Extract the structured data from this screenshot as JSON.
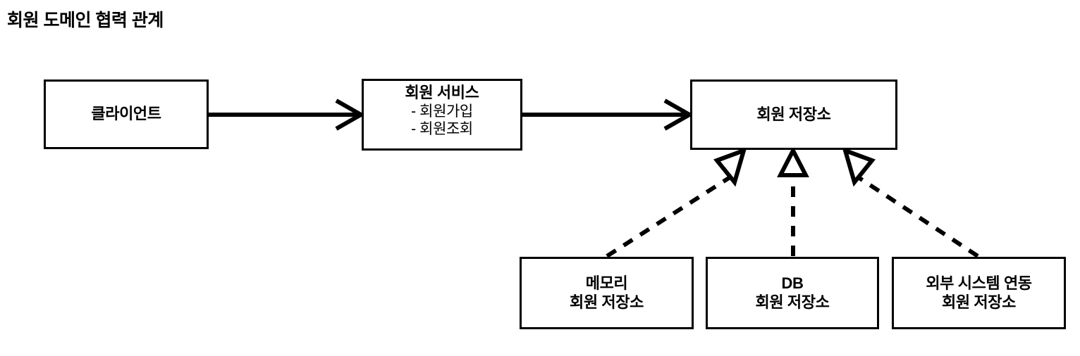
{
  "title": "회원 도메인 협력 관계",
  "diagram": {
    "type": "uml-collaboration",
    "nodes": [
      {
        "id": "client",
        "title": "클라이언트",
        "subtitle": "",
        "operations": []
      },
      {
        "id": "service",
        "title": "회원 서비스",
        "subtitle": "",
        "operations": [
          "- 회원가입",
          "- 회원조회"
        ]
      },
      {
        "id": "repository",
        "title": "회원 저장소",
        "subtitle": "",
        "operations": []
      },
      {
        "id": "memory_repo",
        "title": "메모리",
        "subtitle": "회원 저장소",
        "operations": []
      },
      {
        "id": "db_repo",
        "title": "DB",
        "subtitle": "회원 저장소",
        "operations": []
      },
      {
        "id": "ext_repo",
        "title": "외부 시스템 연동",
        "subtitle": "회원 저장소",
        "operations": []
      }
    ],
    "edges": [
      {
        "from": "client",
        "to": "repository",
        "style": "solid",
        "head": "open-arrow",
        "label": ""
      },
      {
        "from": "service",
        "to": "repository",
        "style": "solid",
        "head": "open-arrow",
        "label": ""
      },
      {
        "from": "memory_repo",
        "to": "repository",
        "style": "dashed",
        "head": "hollow-triangle",
        "label": ""
      },
      {
        "from": "db_repo",
        "to": "repository",
        "style": "dashed",
        "head": "hollow-triangle",
        "label": ""
      },
      {
        "from": "ext_repo",
        "to": "repository",
        "style": "dashed",
        "head": "hollow-triangle",
        "label": ""
      }
    ],
    "colors": {
      "background": "#ffffff",
      "stroke": "#000000",
      "text": "#000000",
      "node_fill": "#ffffff"
    }
  }
}
